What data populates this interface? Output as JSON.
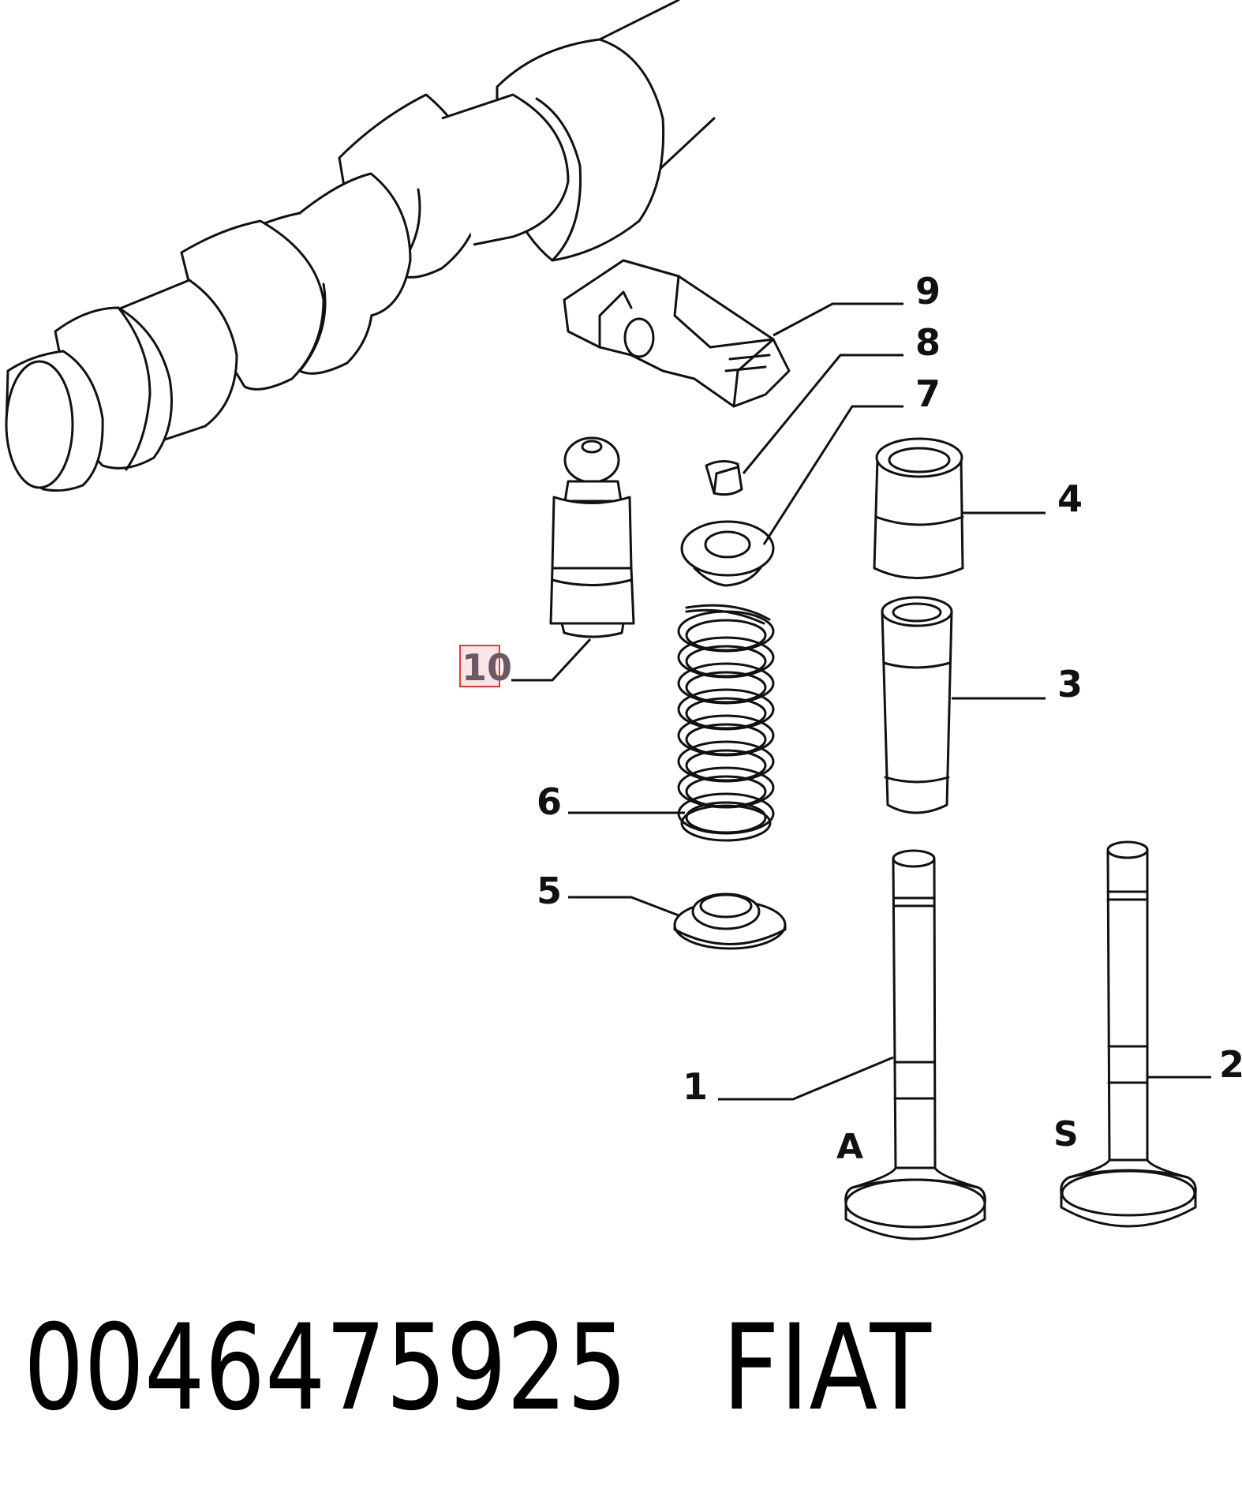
{
  "diagram": {
    "callouts": [
      {
        "id": "9",
        "label": "9"
      },
      {
        "id": "8",
        "label": "8"
      },
      {
        "id": "7",
        "label": "7"
      },
      {
        "id": "4",
        "label": "4"
      },
      {
        "id": "10",
        "label": "10",
        "highlighted": true,
        "highlight_color": "#e53935"
      },
      {
        "id": "3",
        "label": "3"
      },
      {
        "id": "6",
        "label": "6"
      },
      {
        "id": "5",
        "label": "5"
      },
      {
        "id": "1",
        "label": "1"
      },
      {
        "id": "2",
        "label": "2"
      }
    ],
    "valve_tags": {
      "intake": "A",
      "exhaust": "S"
    },
    "parts_drawn": [
      "camshaft-icon",
      "rocker-arm-icon",
      "valve-collet-icon",
      "spring-retainer-icon",
      "valve-guide-top-icon",
      "hydraulic-tappet-icon",
      "valve-guide-icon",
      "valve-spring-icon",
      "spring-seat-icon",
      "intake-valve-icon",
      "exhaust-valve-icon"
    ]
  },
  "footer": {
    "part_number": "0046475925",
    "brand": "FIAT"
  }
}
